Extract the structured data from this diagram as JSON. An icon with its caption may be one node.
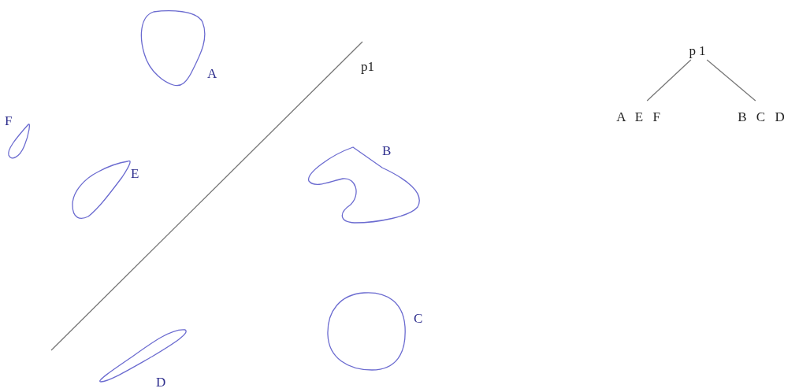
{
  "diagram": {
    "nodes": [
      {
        "text": [
          "p1"
        ]
      },
      {
        "text": [
          "A E F"
        ]
      },
      {
        "text": [
          "B C D"
        ]
      },
      {
        "text": [],
        "shape": "blob",
        "beside": [
          "A"
        ]
      },
      {
        "text": [],
        "shape": "blob",
        "beside": [
          "F"
        ]
      },
      {
        "text": [],
        "shape": "blob",
        "beside": [
          "E"
        ]
      },
      {
        "text": [],
        "shape": "blob",
        "beside": [
          "B"
        ]
      },
      {
        "text": [],
        "shape": "blob",
        "beside": [
          "C"
        ]
      },
      {
        "text": [],
        "shape": "blob",
        "beside": [
          "D"
        ]
      }
    ],
    "edges": [
      {
        "from": 0,
        "to": 1,
        "arrow": "none"
      },
      {
        "from": 0,
        "to": 2,
        "arrow": "none"
      }
    ],
    "labels": [
      "p1"
    ]
  }
}
